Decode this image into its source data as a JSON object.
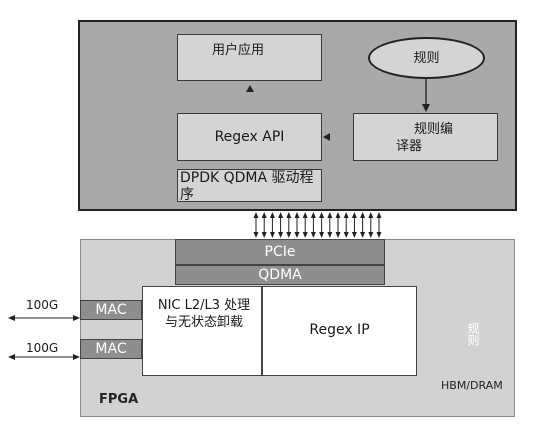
{
  "host": {
    "app_label": "用户应用",
    "rules_label": "规则",
    "regex_api_label": "Regex API",
    "compiler_label_line1": "规则编",
    "compiler_label_line2": "译器",
    "driver_label": "DPDK QDMA 驱动程序"
  },
  "fpga": {
    "pcie_label": "PCIe",
    "qdma_label": "QDMA",
    "mac_label": "MAC",
    "nic_label": "NIC L2/L3 处理与无状态卸载",
    "regex_ip_label": "Regex IP",
    "rules_vertical_label": "规则",
    "memory_label": "HBM/DRAM",
    "board_label": "FPGA",
    "port_speed_label": "100G"
  }
}
